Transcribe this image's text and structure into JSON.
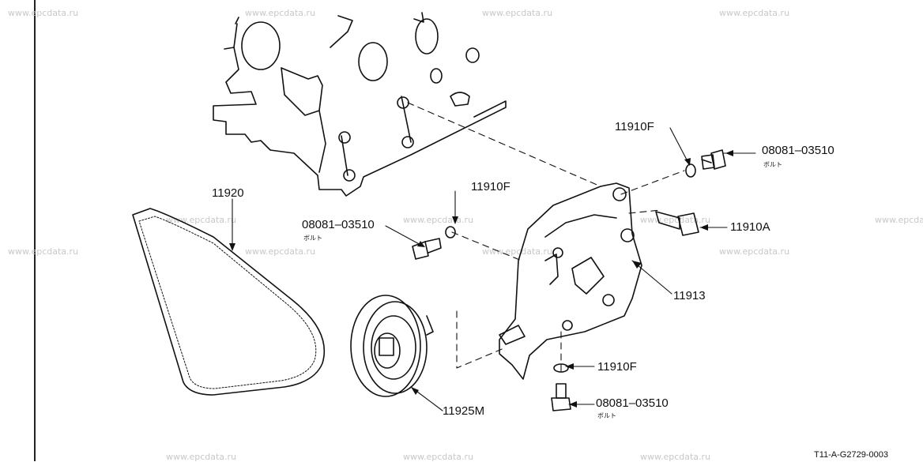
{
  "watermark": "www.epcdata.ru",
  "parts": {
    "belt": "11920",
    "pulley": "11925M",
    "bracket": "11913",
    "bolt_a": "11910A",
    "washer": "11910F",
    "bolt": "08081–03510",
    "bolt_sub": "ボルト"
  },
  "figure_code": "T11-A-G2729-0003"
}
